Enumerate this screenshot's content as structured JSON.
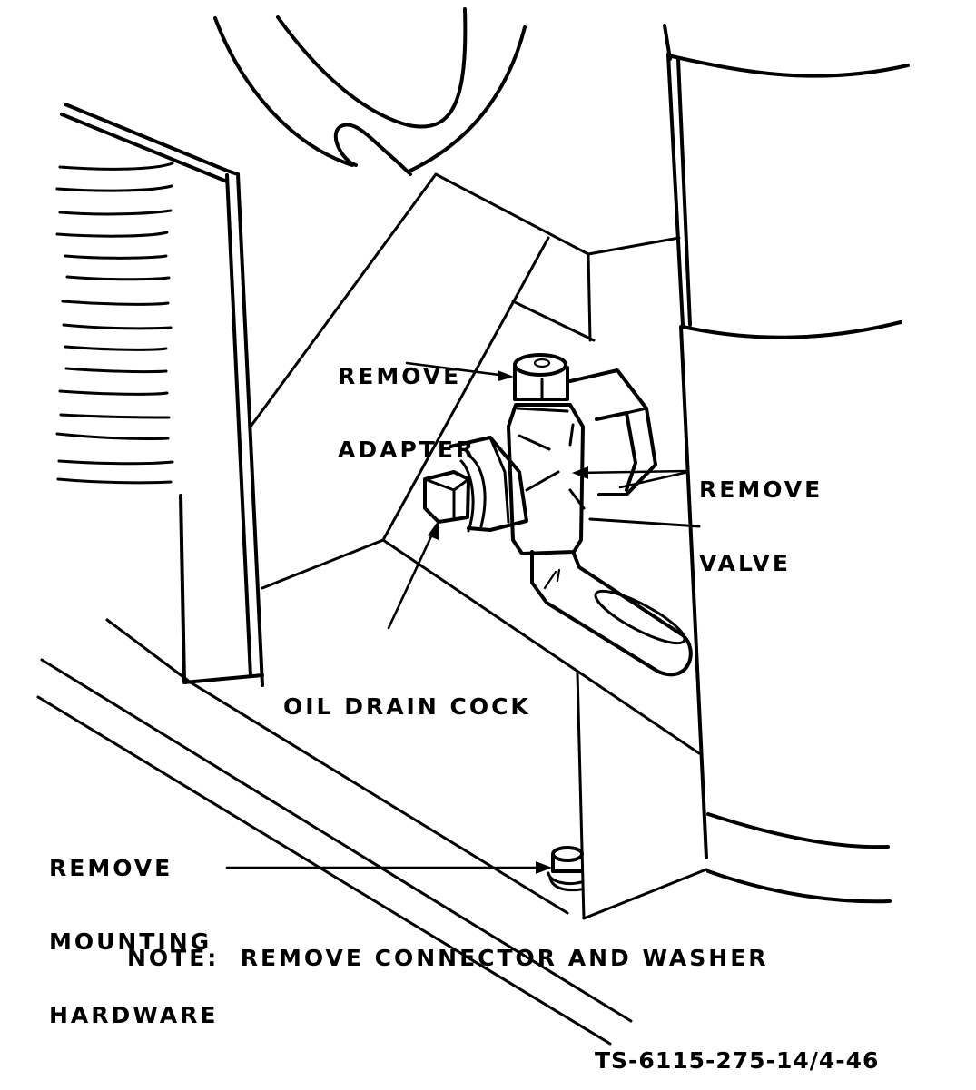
{
  "figure": {
    "figure_id": "TS-6115-275-14/4-46",
    "line_color": "#000000",
    "background_color": "#ffffff"
  },
  "callouts": {
    "remove_adapter": {
      "lines": [
        "REMOVE",
        "ADAPTER"
      ],
      "target": "adapter"
    },
    "remove_valve": {
      "lines": [
        "REMOVE",
        "VALVE"
      ],
      "target": "valve"
    },
    "oil_drain_cock": {
      "lines": [
        "OIL DRAIN COCK"
      ],
      "target": "drain-cock"
    },
    "remove_mounting_hardware": {
      "lines": [
        "REMOVE",
        "MOUNTING",
        "HARDWARE"
      ],
      "target": "mounting-bolt"
    }
  },
  "note": "NOTE:  REMOVE CONNECTOR AND WASHER",
  "components": [
    "louvered-side-panel",
    "engine-shroud",
    "bracket",
    "oil-drain-valve",
    "adapter",
    "drain-cock",
    "drain-hose-fitting",
    "mounting-bolt",
    "cylindrical-housing",
    "base-rails"
  ]
}
